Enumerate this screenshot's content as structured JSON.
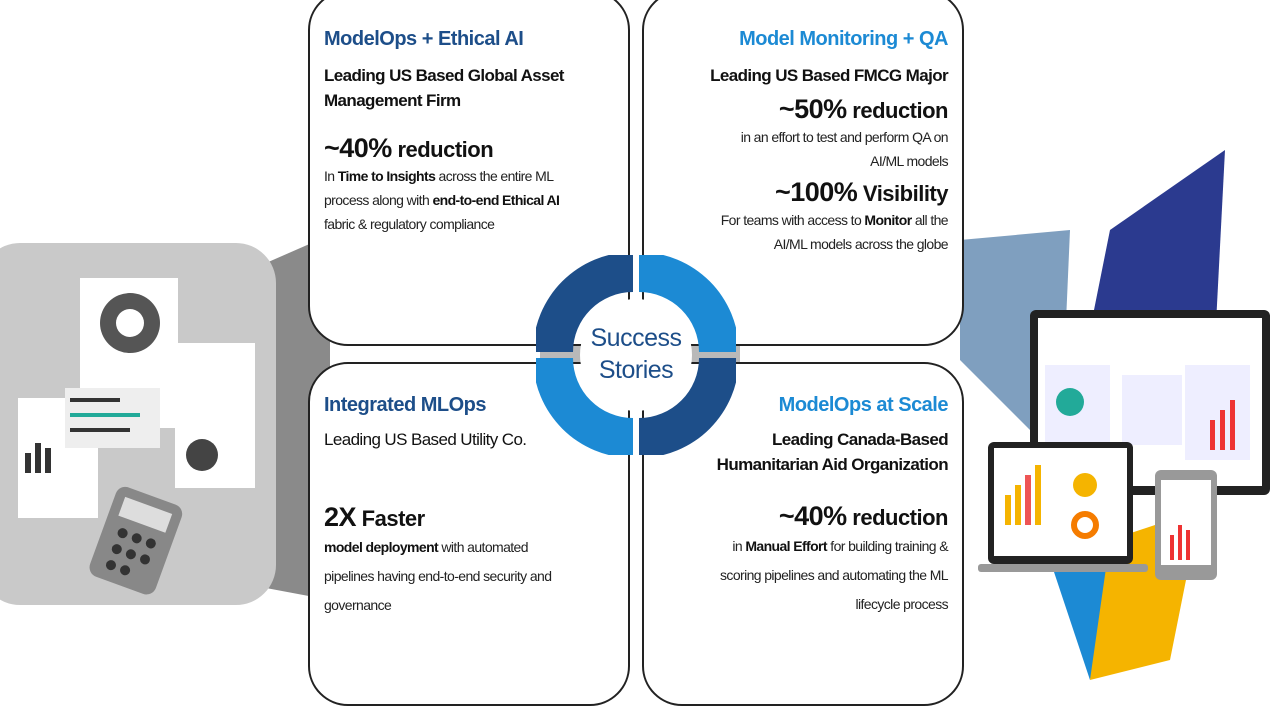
{
  "center": {
    "line1": "Success",
    "line2": "Stories"
  },
  "cards": [
    {
      "title": "ModelOps + Ethical AI",
      "org": "Leading US Based  Global Asset Management Firm",
      "metric_value": "~40%",
      "metric_label": "reduction",
      "desc_parts": [
        "In ",
        "Time to Insights",
        " across the entire ML process along with ",
        "end-to-end Ethical AI",
        " fabric & regulatory compliance"
      ]
    },
    {
      "title": "Model Monitoring + QA",
      "org": "Leading US Based  FMCG Major",
      "metric_value": "~50%",
      "metric_label": "reduction",
      "desc": "in an effort to test and perform QA on AI/ML models",
      "metric2_value": "~100%",
      "metric2_label": "Visibility",
      "desc2_parts": [
        "For teams with access to ",
        "Monitor",
        " all the AI/ML models across the globe"
      ]
    },
    {
      "title": "Integrated MLOps",
      "org": "Leading US Based Utility Co.",
      "metric_value": "2X",
      "metric_label": "Faster",
      "desc_parts": [
        "model deployment",
        " with automated pipelines having end-to-end security and governance"
      ]
    },
    {
      "title": "ModelOps  at Scale",
      "org": "Leading Canada-Based Humanitarian Aid Organization",
      "metric_value": "~40%",
      "metric_label": "reduction",
      "desc_parts": [
        "in ",
        "Manual Effort",
        " for building training & scoring pipelines and automating the ML lifecycle process"
      ]
    }
  ],
  "colors": {
    "dark_blue": "#1d4e89",
    "light_blue": "#1c8ad4",
    "gray": "#c9c9c9",
    "steel": "#7f9fbf"
  }
}
